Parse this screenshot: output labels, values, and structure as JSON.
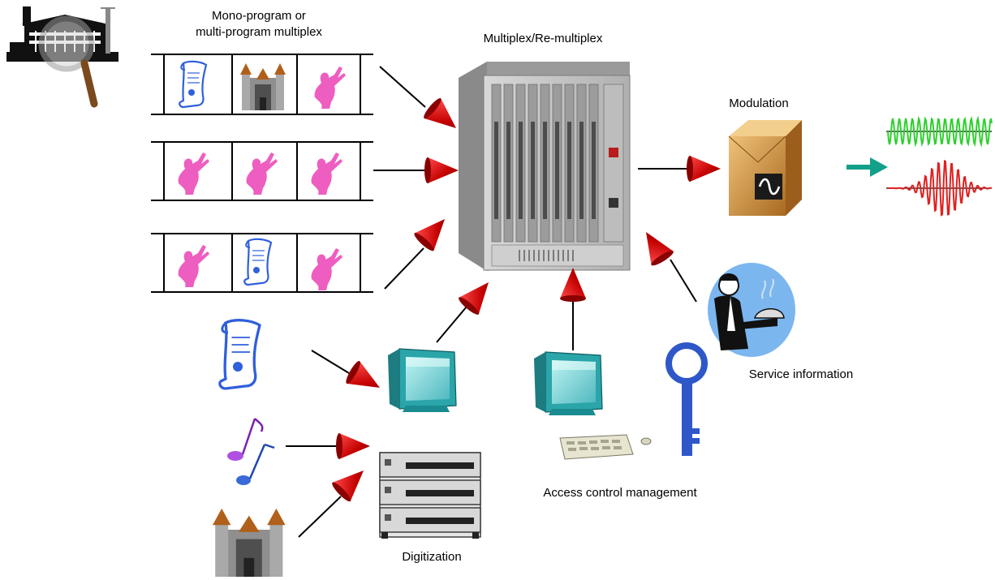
{
  "labels": {
    "mux_source_line1": "Mono-program or",
    "mux_source_line2": "multi-program multiplex",
    "multiplex": "Multiplex/Re-multiplex",
    "modulation": "Modulation",
    "service_information": "Service information",
    "access_control": "Access control management",
    "digitization": "Digitization"
  },
  "filmstrips": [
    {
      "frames": [
        "document-icon",
        "castle-icon",
        "dancer-icon"
      ]
    },
    {
      "frames": [
        "dancer-icon",
        "dancer-icon",
        "dancer-icon"
      ]
    },
    {
      "frames": [
        "dancer-icon",
        "document-icon",
        "dancer-icon"
      ]
    }
  ],
  "colors": {
    "arrowhead": "#c40000",
    "rack": "#c8c8c8",
    "monitor": "#3ab7bb",
    "modulator": "#c9893a",
    "wave_top": "#2fd02f",
    "wave_bottom": "#e02020",
    "output_arrow": "#12a08a",
    "key": "#2e57c8",
    "dancer": "#ee5ec0",
    "document": "#2f5fdc"
  }
}
